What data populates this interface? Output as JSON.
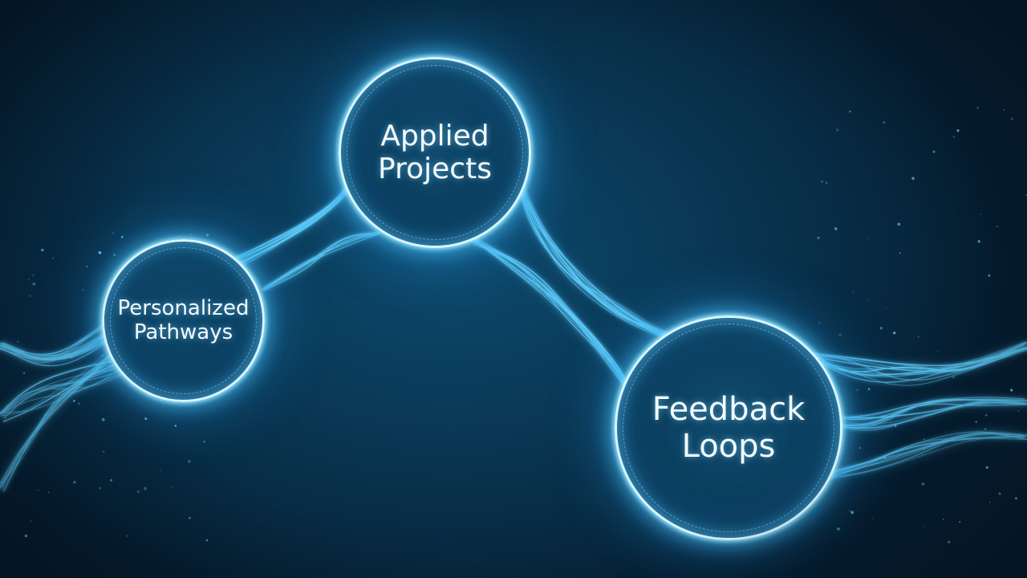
{
  "colors": {
    "background": "#072a42",
    "strand": "#5fd0ff",
    "ring": "#d9f6ff",
    "text": "#f2fbff"
  },
  "nodes": {
    "applied": {
      "label": "Applied\nProjects"
    },
    "personalized": {
      "label": "Personalized\nPathways"
    },
    "feedback": {
      "label": "Feedback\nLoops"
    }
  }
}
